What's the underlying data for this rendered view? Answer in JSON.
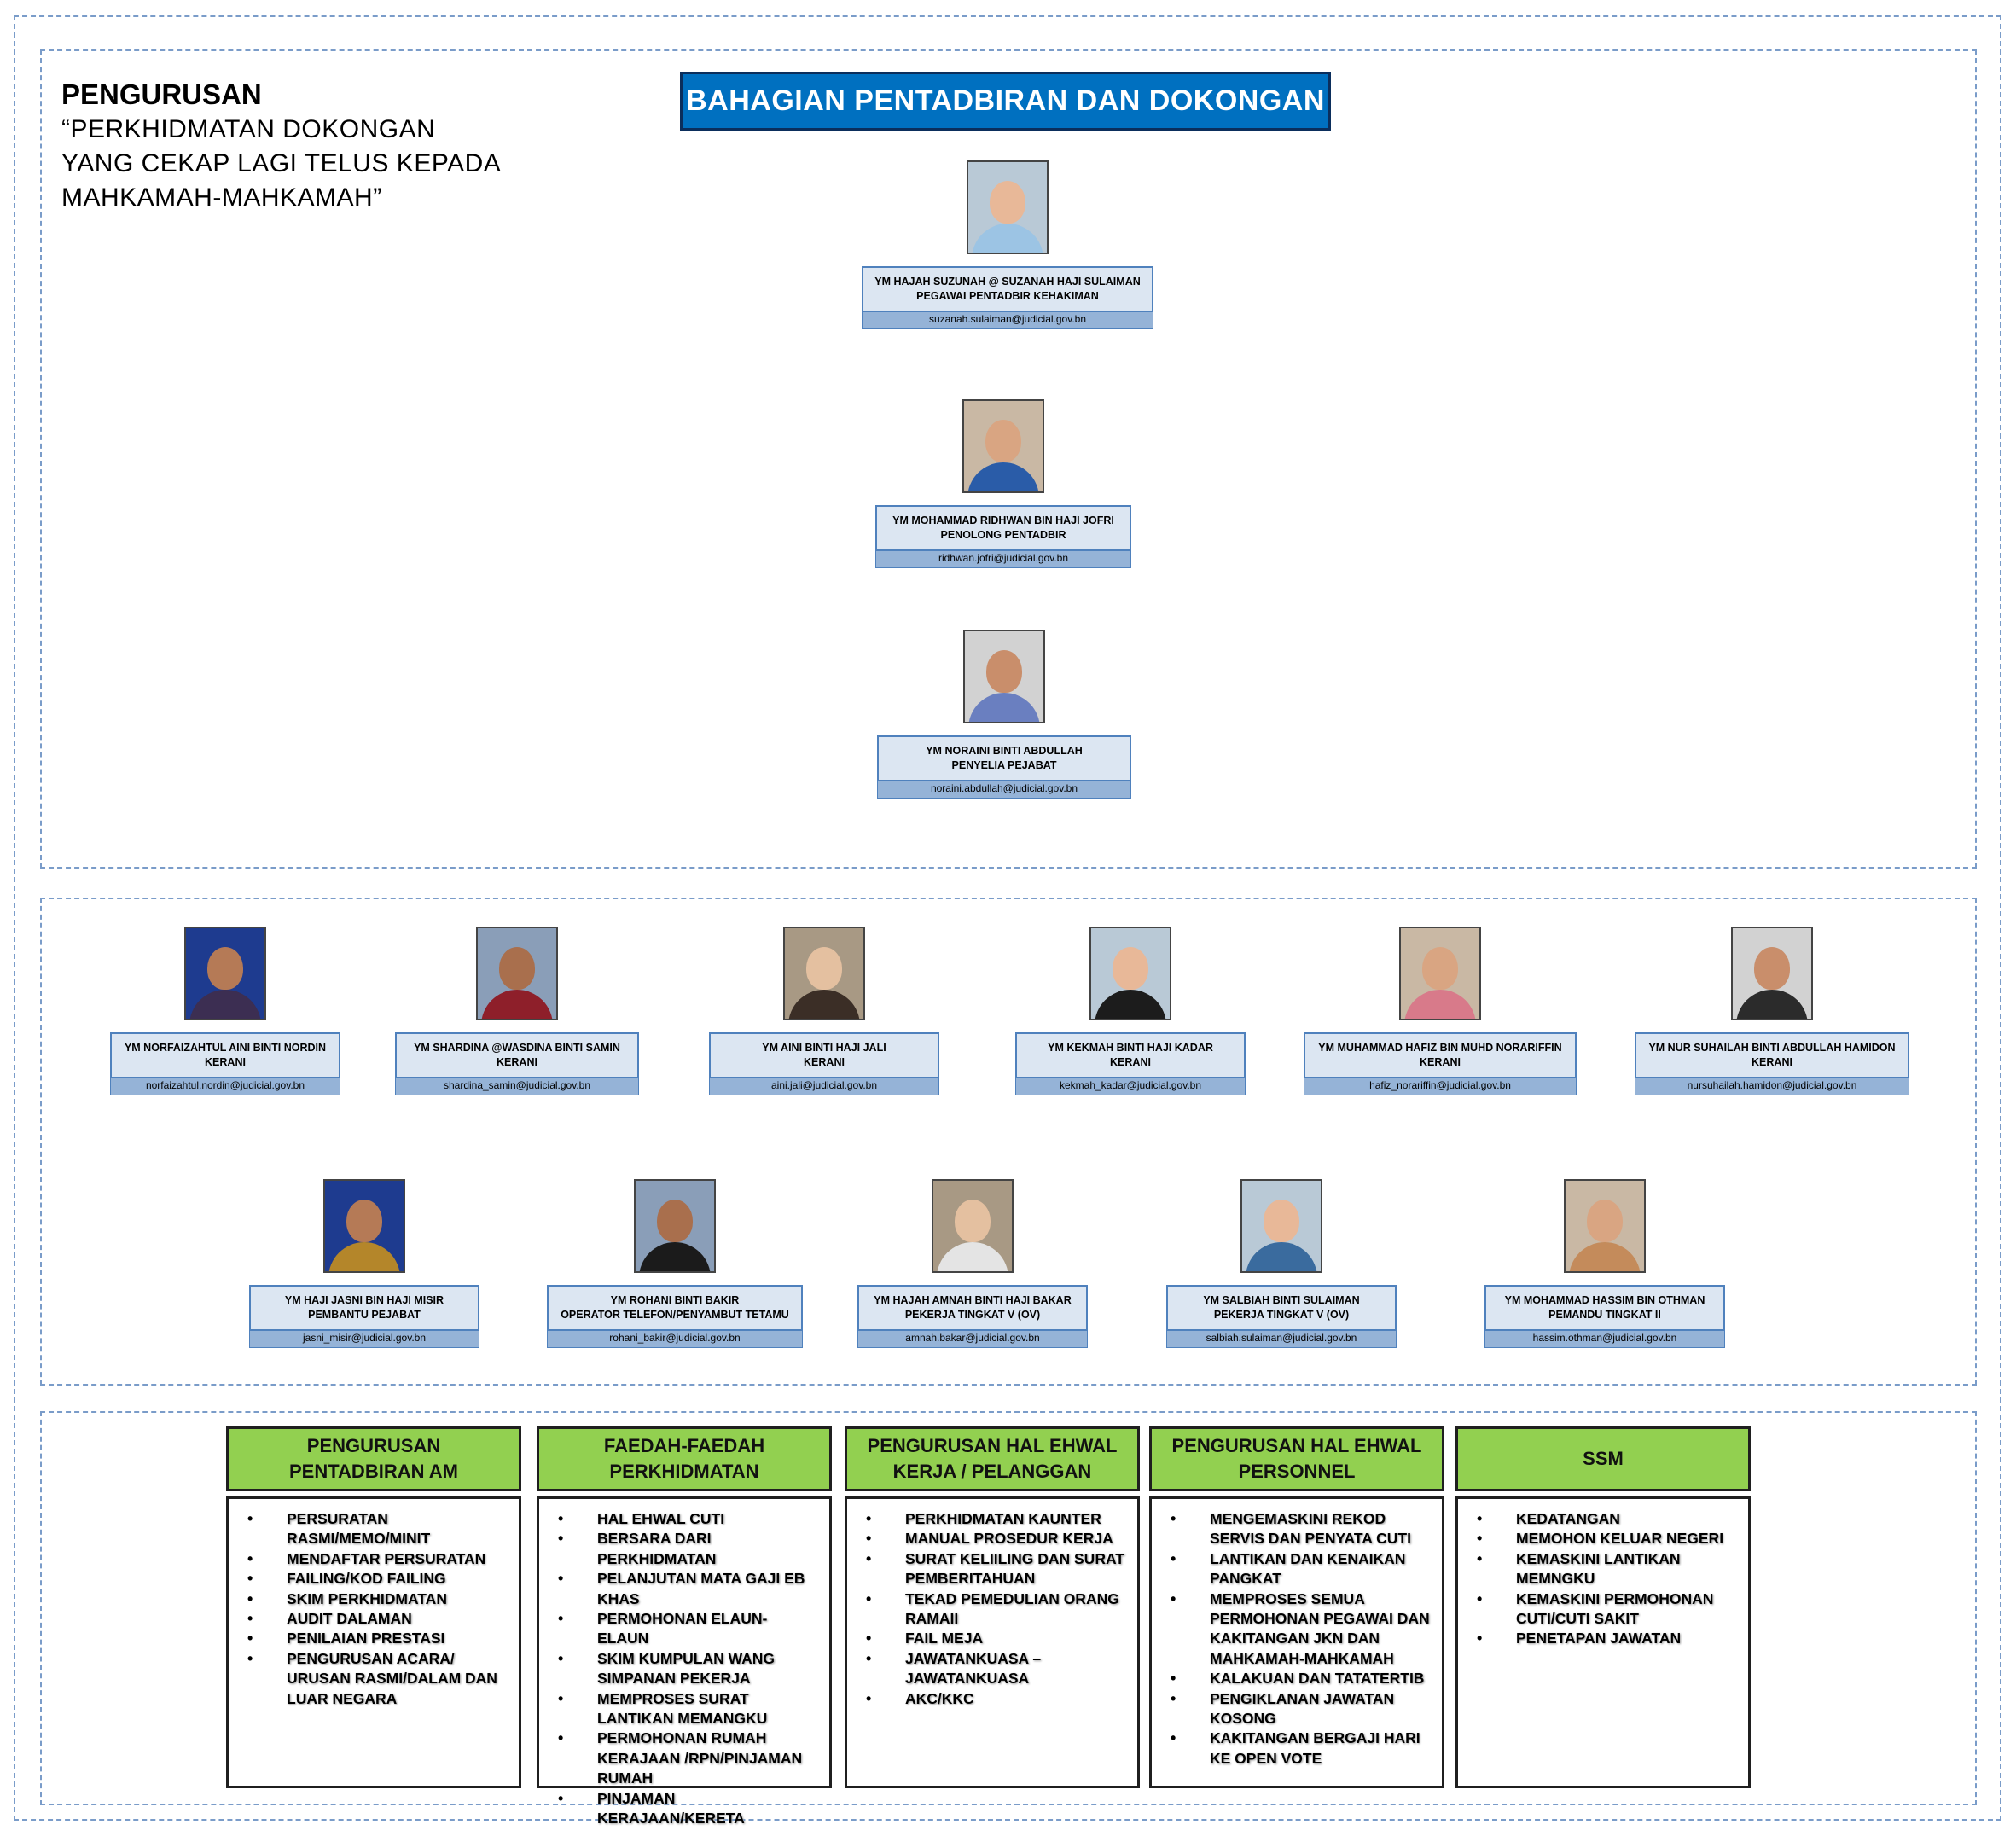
{
  "motto": {
    "title": "PENGURUSAN",
    "lines": [
      "“PERKHIDMATAN DOKONGAN",
      "YANG CEKAP LAGI TELUS KEPADA",
      "MAHKAMAH-MAHKAMAH”"
    ]
  },
  "main_title": "BAHAGIAN PENTADBIRAN DAN DOKONGAN",
  "management": [
    {
      "name": "YM HAJAH SUZUNAH @ SUZANAH HAJI SULAIMAN",
      "title": "PEGAWAI PENTADBIR KEHAKIMAN",
      "email": "suzanah.sulaiman@judicial.gov.bn"
    },
    {
      "name": "YM MOHAMMAD RIDHWAN BIN HAJI JOFRI",
      "title": "PENOLONG PENTADBIR",
      "email": "ridhwan.jofri@judicial.gov.bn"
    },
    {
      "name": "YM NORAINI BINTI ABDULLAH",
      "title": "PENYELIA PEJABAT",
      "email": "noraini.abdullah@judicial.gov.bn"
    }
  ],
  "staff_row1": [
    {
      "name": "YM NORFAIZAHTUL AINI BINTI NORDIN",
      "title": "KERANI",
      "email": "norfaizahtul.nordin@judicial.gov.bn"
    },
    {
      "name": "YM SHARDINA @WASDINA BINTI SAMIN",
      "title": "KERANI",
      "email": "shardina_samin@judicial.gov.bn"
    },
    {
      "name": "YM AINI BINTI HAJI JALI",
      "title": "KERANI",
      "email": "aini.jali@judicial.gov.bn"
    },
    {
      "name": "YM KEKMAH BINTI HAJI KADAR",
      "title": "KERANI",
      "email": "kekmah_kadar@judicial.gov.bn"
    },
    {
      "name": "YM MUHAMMAD HAFIZ BIN MUHD NORARIFFIN",
      "title": "KERANI",
      "email": "hafiz_norariffin@judicial.gov.bn"
    },
    {
      "name": "YM NUR SUHAILAH BINTI ABDULLAH HAMIDON",
      "title": "KERANI",
      "email": "nursuhailah.hamidon@judicial.gov.bn"
    }
  ],
  "staff_row2": [
    {
      "name": "YM HAJI JASNI BIN HAJI MISIR",
      "title": "PEMBANTU PEJABAT",
      "email": "jasni_misir@judicial.gov.bn"
    },
    {
      "name": "YM ROHANI BINTI BAKIR",
      "title": "OPERATOR TELEFON/PENYAMBUT TETAMU",
      "email": "rohani_bakir@judicial.gov.bn"
    },
    {
      "name": "YM HAJAH AMNAH BINTI HAJI BAKAR",
      "title": "PEKERJA TINGKAT V (OV)",
      "email": "amnah.bakar@judicial.gov.bn"
    },
    {
      "name": "YM SALBIAH BINTI SULAIMAN",
      "title": "PEKERJA TINGKAT V (OV)",
      "email": "salbiah.sulaiman@judicial.gov.bn"
    },
    {
      "name": "YM MOHAMMAD HASSIM BIN OTHMAN",
      "title": "PEMANDU TINGKAT II",
      "email": "hassim.othman@judicial.gov.bn"
    }
  ],
  "categories": [
    {
      "header": [
        "PENGURUSAN",
        "PENTADBIRAN AM"
      ],
      "items": [
        "PERSURATAN RASMI/MEMO/MINIT",
        "MENDAFTAR PERSURATAN",
        "FAILING/KOD FAILING",
        "SKIM PERKHIDMATAN",
        "AUDIT DALAMAN",
        "PENILAIAN PRESTASI",
        "PENGURUSAN ACARA/ URUSAN RASMI/DALAM DAN LUAR NEGARA"
      ]
    },
    {
      "header": [
        "FAEDAH-FAEDAH",
        "PERKHIDMATAN"
      ],
      "items": [
        "HAL EHWAL CUTI",
        "BERSARA DARI PERKHIDMATAN",
        "PELANJUTAN MATA GAJI EB KHAS",
        "PERMOHONAN ELAUN-ELAUN",
        "SKIM KUMPULAN WANG SIMPANAN PEKERJA",
        "MEMPROSES SURAT LANTIKAN MEMANGKU",
        "PERMOHONAN RUMAH KERAJAAN /RPN/PINJAMAN RUMAH",
        "PINJAMAN KERAJAAN/KERETA"
      ]
    },
    {
      "header": [
        "PENGURUSAN HAL EHWAL",
        "KERJA / PELANGGAN"
      ],
      "items": [
        "PERKHIDMATAN KAUNTER",
        "MANUAL PROSEDUR KERJA",
        "SURAT KELIILING DAN SURAT PEMBERITAHUAN",
        "TEKAD PEMEDULIAN ORANG RAMAII",
        "FAIL MEJA",
        "JAWATANKUASA – JAWATANKUASA",
        "AKC/KKC"
      ]
    },
    {
      "header": [
        "PENGURUSAN HAL EHWAL",
        "PERSONNEL"
      ],
      "items": [
        "MENGEMASKINI REKOD SERVIS DAN PENYATA CUTI",
        "LANTIKAN DAN KENAIKAN PANGKAT",
        "MEMPROSES SEMUA PERMOHONAN PEGAWAI DAN KAKITANGAN JKN DAN MAHKAMAH-MAHKAMAH",
        "KALAKUAN DAN TATATERTIB",
        "PENGIKLANAN JAWATAN KOSONG",
        "KAKITANGAN BERGAJI HARI KE OPEN VOTE"
      ]
    },
    {
      "header": [
        "SSM"
      ],
      "items": [
        "KEDATANGAN",
        "MEMOHON KELUAR NEGERI",
        "KEMASKINI LANTIKAN MEMNGKU",
        "KEMASKINI PERMOHONAN CUTI/CUTI SAKIT",
        "PENETAPAN JAWATAN"
      ]
    }
  ],
  "colors": {
    "title_bg": "#0070c0",
    "name_box_bg": "#dce6f2",
    "name_box_border": "#4f81bd",
    "email_box_bg": "#95b3d7",
    "category_header_bg": "#92d050",
    "dashed_border": "#7a9cc9"
  }
}
